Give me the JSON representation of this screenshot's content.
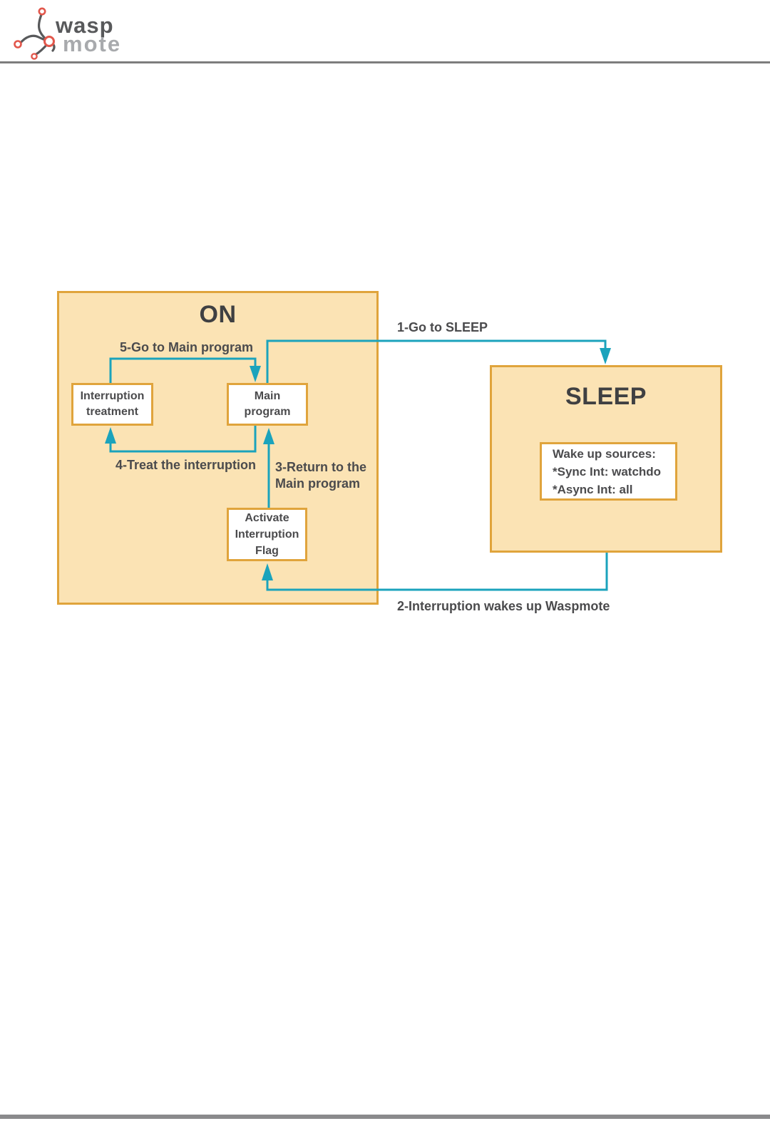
{
  "header": {
    "logo": {
      "word_top": "wasp",
      "word_bottom": "mote"
    }
  },
  "colors": {
    "state_box_fill": "#fbe3b4",
    "state_box_border": "#e0a43c",
    "arrow_teal": "#1ba3bc",
    "text_gray": "#4b4b4d",
    "logo_red": "#e2574c",
    "logo_dark_gray": "#58595b",
    "logo_light_gray": "#a8aaad",
    "header_rule_gray": "#7d7d7d",
    "footer_rule_gray": "#8a8a8c"
  },
  "diagram": {
    "on": {
      "title": "ON",
      "boxes": {
        "interruption_treatment": {
          "lines": [
            "Interruption",
            "treatment"
          ]
        },
        "main_program": {
          "lines": [
            "Main",
            "program"
          ]
        },
        "activate_flag": {
          "lines": [
            "Activate",
            "Interruption",
            "Flag"
          ]
        }
      }
    },
    "sleep": {
      "title": "SLEEP",
      "wake_up": {
        "lines": [
          "Wake up sources:",
          "*Sync Int: watchdo",
          "*Async Int: all"
        ]
      }
    },
    "transitions": {
      "go_to_sleep": {
        "label": "1-Go to SLEEP"
      },
      "interruption_wakes": {
        "label": "2-Interruption wakes up Waspmote"
      },
      "return_to_main": {
        "lines": [
          "3-Return to the",
          "Main program"
        ]
      },
      "treat_interruption": {
        "label": "4-Treat the interruption"
      },
      "go_to_main": {
        "label": "5-Go to Main program"
      }
    }
  }
}
